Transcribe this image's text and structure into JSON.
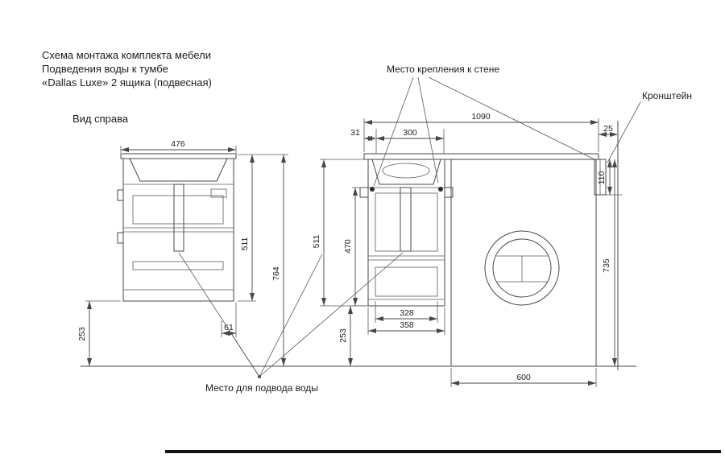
{
  "title": {
    "line1": "Схема монтажа комплекта мебели",
    "line2": "Подведения воды к тумбе",
    "line3": "«Dallas Luxe» 2 ящика (подвесная)"
  },
  "labels": {
    "view_from_right": "Вид справа",
    "wall_mount": "Место крепления к стене",
    "bracket": "Кронштейн",
    "water_supply": "Место для подвода воды"
  },
  "dims": {
    "side_width": "476",
    "side_height": "511",
    "side_total_height": "764",
    "side_floor_gap": "253",
    "side_drain_offset": "61",
    "front_total_width": "1090",
    "front_edge_offset": "31",
    "front_sink_width": "300",
    "front_height": "511",
    "front_inner_height": "470",
    "front_floor_gap": "253",
    "front_inner_width": "328",
    "front_width": "358",
    "washer_width": "600",
    "wall_gap": "25",
    "bracket_height": "110",
    "counter_height": "735"
  }
}
